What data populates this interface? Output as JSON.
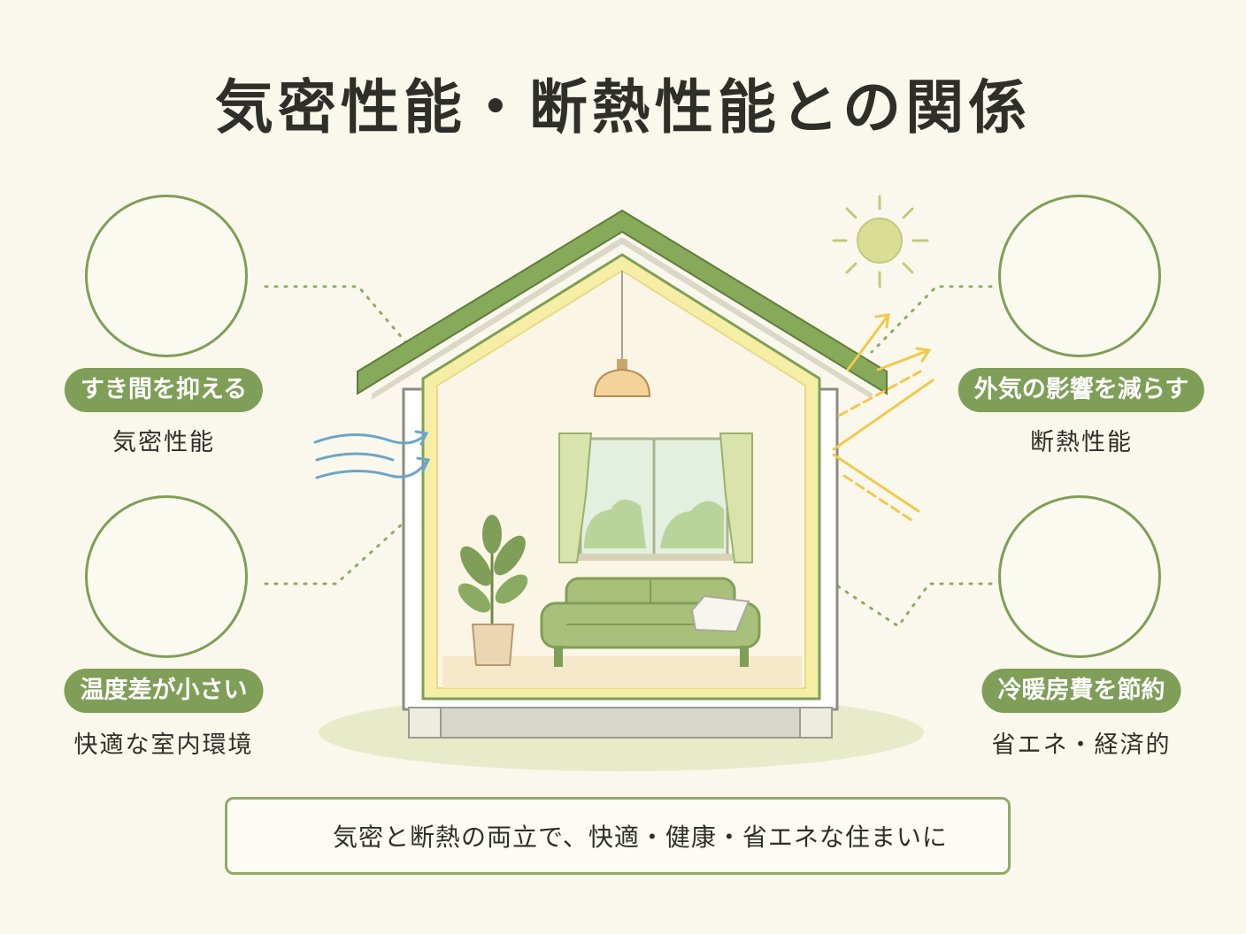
{
  "title": "気密性能・断熱性能との関係",
  "left": [
    {
      "label": "すき間を抑える",
      "sub": "気密性能",
      "icon": "airflow-house-icon"
    },
    {
      "label": "温度差が小さい",
      "sub": "快適な室内環境",
      "icon": "thermometer-icon"
    }
  ],
  "right": [
    {
      "label": "外気の影響を減らす",
      "sub": "断熱性能",
      "icon": "insulated-house-icon"
    },
    {
      "label": "冷暖房費を節約",
      "sub": "省エネ・経済的",
      "icon": "piggy-bank-icon"
    }
  ],
  "yen_symbol": "¥",
  "bottom_message": "気密と断熱の両立で、快適・健康・省エネな住まいに",
  "colors": {
    "accent": "#7f9e57",
    "roof": "#86a95a",
    "sun": "#d9de96",
    "arrow_yellow": "#f2c94c",
    "arrow_blue": "#6aa6c8",
    "background": "#faf8ec"
  }
}
